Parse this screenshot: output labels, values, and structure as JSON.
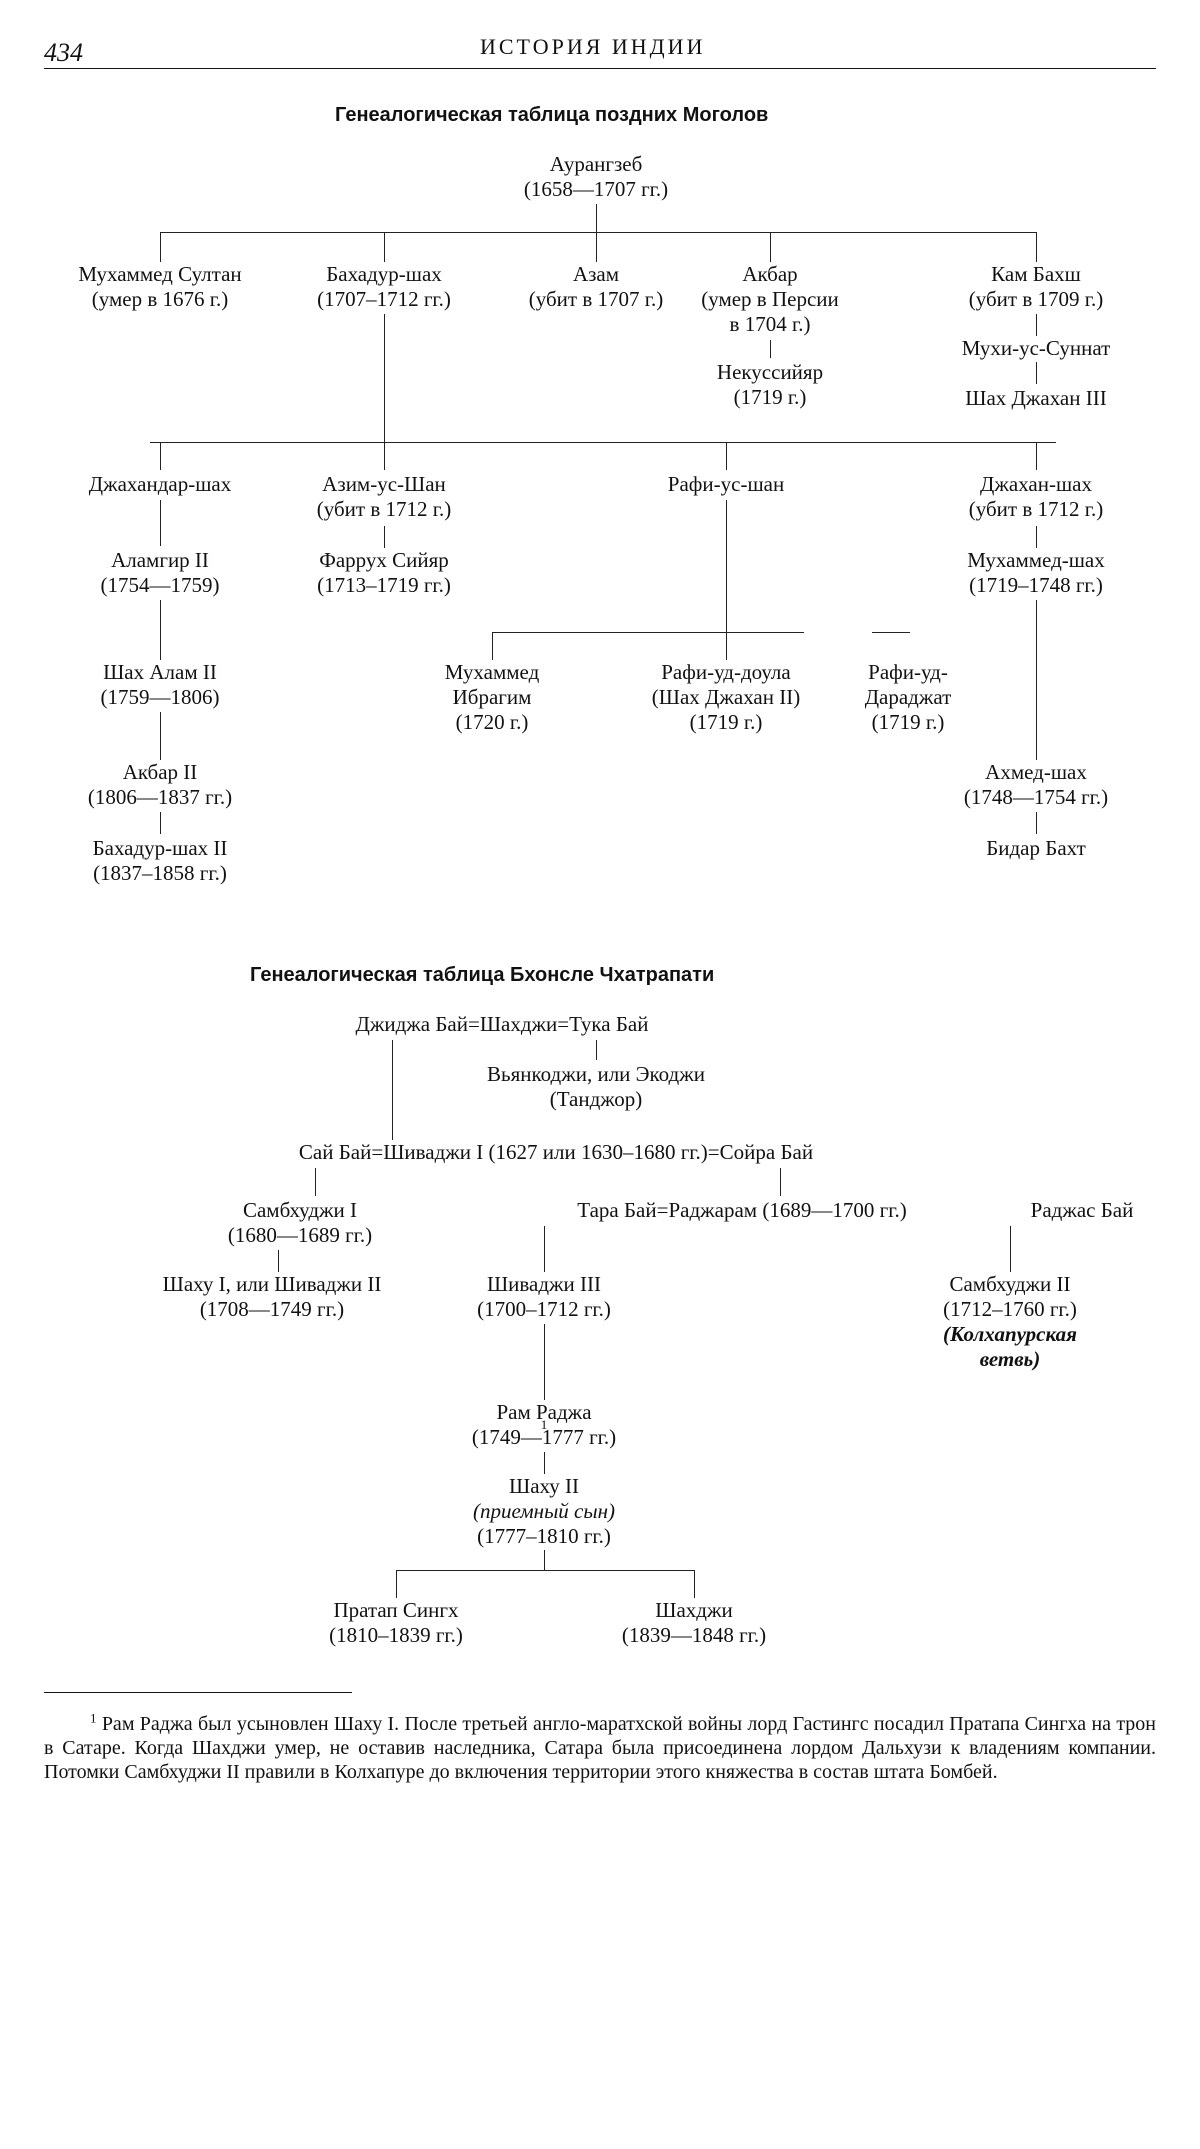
{
  "header": {
    "page_number": "434",
    "running_title": "ИСТОРИЯ ИНДИИ"
  },
  "mughal": {
    "title": "Генеалогическая таблица поздних Моголов",
    "aurangzeb": [
      "Аурангзеб",
      "(1658—1707 гг.)"
    ],
    "muhammad_sultan": [
      "Мухаммед Султан",
      "(умер в 1676 г.)"
    ],
    "bahadur_shah": [
      "Бахадур-шах",
      "(1707–1712 гг.)"
    ],
    "azam": [
      "Азам",
      "(убит в 1707 г.)"
    ],
    "akbar": [
      "Акбар",
      "(умер в Персии",
      "в 1704 г.)"
    ],
    "nekusiyar": [
      "Некуссийяр",
      "(1719 г.)"
    ],
    "kam_bakhsh": [
      "Кам Бахш",
      "(убит в 1709 г.)"
    ],
    "muhi_us_sunnat": [
      "Мухи-ус-Суннат"
    ],
    "shah_jahan_iii": [
      "Шах Джахан III"
    ],
    "jahandar_shah": [
      "Джахандар-шах"
    ],
    "alamgir_ii": [
      "Аламгир II",
      "(1754—1759)"
    ],
    "shah_alam_ii": [
      "Шах Алам II",
      "(1759—1806)"
    ],
    "akbar_ii": [
      "Акбар II",
      "(1806—1837 гг.)"
    ],
    "bahadur_shah_ii": [
      "Бахадур-шах II",
      "(1837–1858 гг.)"
    ],
    "azim_us_shan": [
      "Азим-ус-Шан",
      "(убит в 1712 г.)"
    ],
    "farrukhsiyar": [
      "Фаррух Сийяр",
      "(1713–1719 гг.)"
    ],
    "rafi_us_shan": [
      "Рафи-ус-шан"
    ],
    "muhammad_ibrahim": [
      "Мухаммед",
      "Ибрагим",
      "(1720 г.)"
    ],
    "rafi_ud_daula": [
      "Рафи-уд-доула",
      "(Шах Джахан II)",
      "(1719 г.)"
    ],
    "rafi_ud_darajat": [
      "Рафи-уд-",
      "Дараджат",
      "(1719 г.)"
    ],
    "jahan_shah": [
      "Джахан-шах",
      "(убит в 1712 г.)"
    ],
    "muhammad_shah": [
      "Мухаммед-шах",
      "(1719–1748 гг.)"
    ],
    "ahmad_shah": [
      "Ахмед-шах",
      "(1748—1754 гг.)"
    ],
    "bidar_bakht": [
      "Бидар Бахт"
    ]
  },
  "bhonsle": {
    "title": "Генеалогическая таблица Бхонсле Чхатрапати",
    "shahji_line": "Джиджа Бай=Шахджи=Тука Бай",
    "vyankoji": [
      "Вьянкоджи, или Экоджи",
      "(Танджор)"
    ],
    "shivaji_line": "Сай Бай=Шиваджи I (1627 или 1630–1680 гг.)=Сойра Бай",
    "sambhaji_i": [
      "Самбхуджи I",
      "(1680—1689 гг.)"
    ],
    "rajaram_line": "Тара Бай=Раджарам (1689—1700 гг.)",
    "rajas_bai": "Раджас Бай",
    "shahu_i": [
      "Шаху I, или Шиваджи II",
      "(1708—1749 гг.)"
    ],
    "shivaji_iii": [
      "Шиваджи III",
      "(1700–1712 гг.)"
    ],
    "sambhaji_ii": [
      "Самбхуджи II",
      "(1712–1760 гг.)"
    ],
    "kolhapur_branch": [
      "(Колхапурская",
      "ветвь)"
    ],
    "ram_raja": {
      "name": "Рам Раджа",
      "mark": "1",
      "years": "(1749—1777 гг.)"
    },
    "shahu_ii": [
      "Шаху II",
      "(приемный сын)",
      "(1777–1810 гг.)"
    ],
    "pratap_singh": [
      "Пратап Сингх",
      "(1810–1839 гг.)"
    ],
    "shahji": [
      "Шахджи",
      "(1839—1848 гг.)"
    ]
  },
  "footnote": {
    "mark": "1",
    "text": "Рам Раджа был усыновлен Шаху I. После третьей англо-маратхской войны лорд Гастингс посадил Пратапа Сингха на трон в Сатаре. Когда Шахджи умер, не оставив наследника, Сатара была присоединена лордом Дальхузи к владениям компании. Потомки Самбхуджи II правили в Колхапуре до включения территории этого княжества в состав штата Бомбей."
  }
}
